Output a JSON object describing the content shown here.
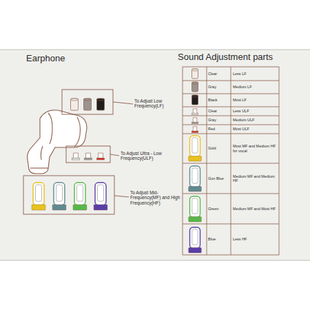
{
  "diagram": {
    "labels": [
      "Earphone",
      "Sound Adjustment parts",
      "To Adjust Low Frequency(LF)",
      "To Adjust Ultra - Low Frequency(ULF)",
      "To Adjust Mid-Frequency(MF) and High Frequency(HF)",
      "Clear",
      "Less LF",
      "Gray",
      "Medium LF",
      "Black",
      "Most LF",
      "Clear",
      "Less ULF",
      "Gray",
      "Medium ULF",
      "Red",
      "Most ULF",
      "Gold",
      "Most MF and Medium HF for vocal",
      "Gun Blue",
      "Medium MF and Medium HF",
      "Green",
      "Medium MF and Most HF",
      "Blue",
      "Less HF"
    ]
  }
}
